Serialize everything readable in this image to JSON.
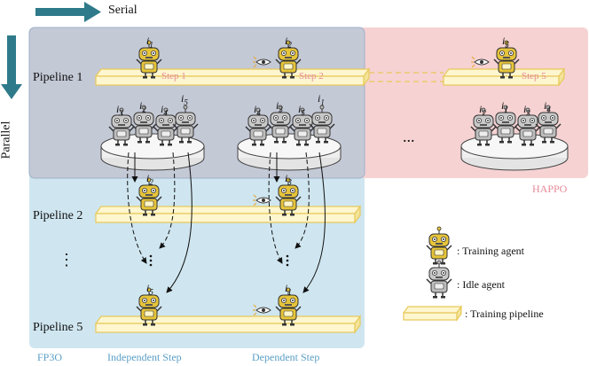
{
  "arrows": {
    "serial": "Serial",
    "parallel": "Parallel"
  },
  "pipelines": [
    {
      "label": "Pipeline 1"
    },
    {
      "label": "Pipeline 2"
    },
    {
      "label": "⋮"
    },
    {
      "label": "Pipeline 5"
    }
  ],
  "steps": [
    "Step 1",
    "Step 2",
    "Step 5"
  ],
  "regions": {
    "happo": "HAPPO",
    "fp3o": "FP3O"
  },
  "step_types": {
    "independent": "Independent Step",
    "dependent": "Dependent Step"
  },
  "ellipsis": "...",
  "legend": {
    "training_agent": ": Training agent",
    "idle_agent": ": Idle agent",
    "training_pipeline": ": Training pipeline"
  },
  "agent_labels": {
    "p1_a": "1",
    "p1_b": "2",
    "p1_c": "5",
    "disk1": [
      "3",
      "2",
      "4",
      "5"
    ],
    "disk2": [
      "4",
      "3",
      "5",
      "1"
    ],
    "disk3": [
      "2",
      "1",
      "3",
      "4"
    ],
    "p2_a": "2",
    "p2_b": "3",
    "p5_a": "5",
    "p5_b": "1"
  },
  "colors": {
    "happo_bg": "#f6d2d3",
    "fp3o_bg": "#cfe6f0",
    "overlap_bg": "#c4c9d6",
    "pipeline_fill": "#fdf6cf",
    "pipeline_stroke": "#e8c95a",
    "arrow": "#2e7a8a",
    "training_agent": "#e6c43a",
    "idle_agent": "#b8b8b8",
    "happo_text": "#e78a98",
    "fp3o_text": "#5a9ec6"
  }
}
